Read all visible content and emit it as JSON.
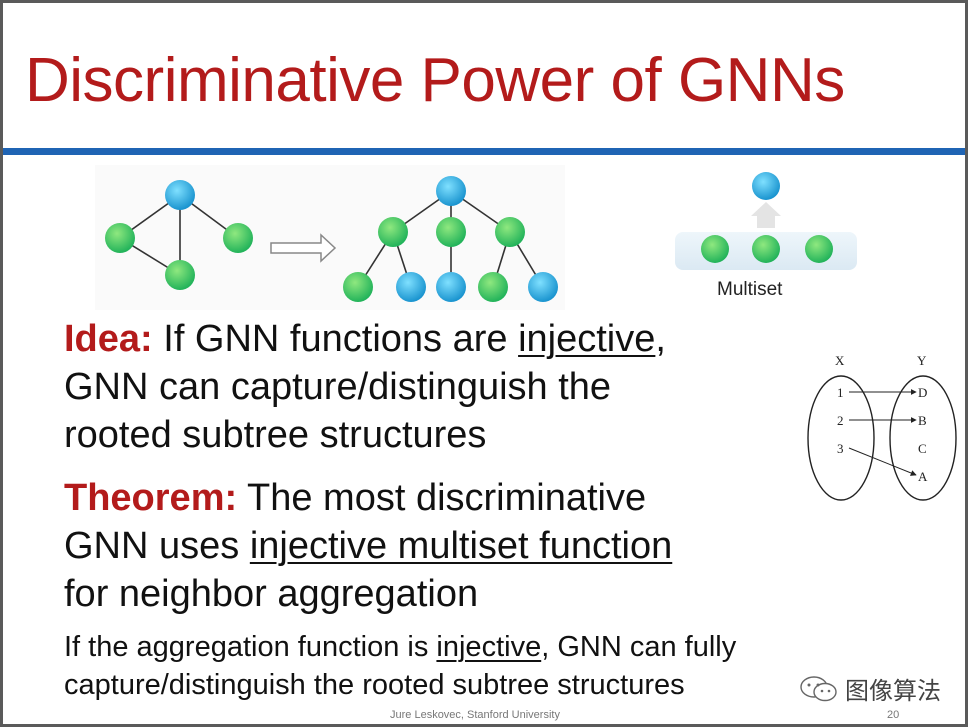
{
  "title": "Discriminative Power of GNNs",
  "multiset_label": "Multiset",
  "idea": {
    "keyword": "Idea:",
    "pre": " If GNN functions are ",
    "underlined": "injective",
    "post": ",",
    "line2": "GNN can capture/distinguish the",
    "line3": "rooted subtree structures"
  },
  "theorem": {
    "keyword": "Theorem:",
    "line1": " The most discriminative",
    "line2_pre": "GNN uses ",
    "line2_ul": "injective multiset function",
    "line3": "for neighbor aggregation"
  },
  "note": {
    "pre": "If the aggregation function is ",
    "underlined": "injective",
    "post": ", GNN can fully",
    "line2": "capture/distinguish the rooted subtree structures"
  },
  "mapping_diagram": {
    "set_x": "X",
    "set_y": "Y",
    "domain": [
      "1",
      "2",
      "3"
    ],
    "codomain": [
      "D",
      "B",
      "C",
      "A"
    ]
  },
  "footer": "Jure Leskovec, Stanford University",
  "page_number": "20",
  "watermark": "图像算法",
  "colors": {
    "title": "#b31b1b",
    "rule": "#1f64b4",
    "node_green": "#3cc060",
    "node_blue": "#2aa6d6"
  }
}
